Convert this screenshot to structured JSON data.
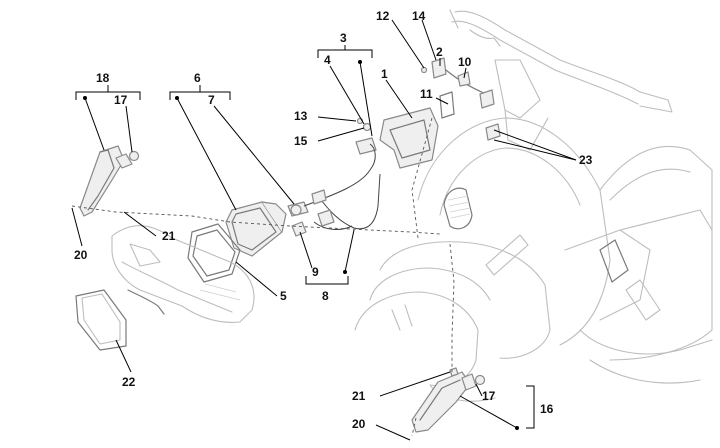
{
  "callouts": {
    "c1": "1",
    "c2": "2",
    "c3": "3",
    "c4": "4",
    "c5": "5",
    "c6": "6",
    "c7": "7",
    "c8": "8",
    "c9": "9",
    "c10": "10",
    "c11": "11",
    "c12": "12",
    "c13": "13",
    "c14": "14",
    "c15": "15",
    "c16": "16",
    "c17a": "17",
    "c17b": "17",
    "c18": "18",
    "c20a": "20",
    "c20b": "20",
    "c21a": "21",
    "c21b": "21",
    "c22": "22",
    "c23": "23"
  },
  "colors": {
    "line": "#000000",
    "drawing": "#bdbdbd",
    "text": "#111111"
  }
}
